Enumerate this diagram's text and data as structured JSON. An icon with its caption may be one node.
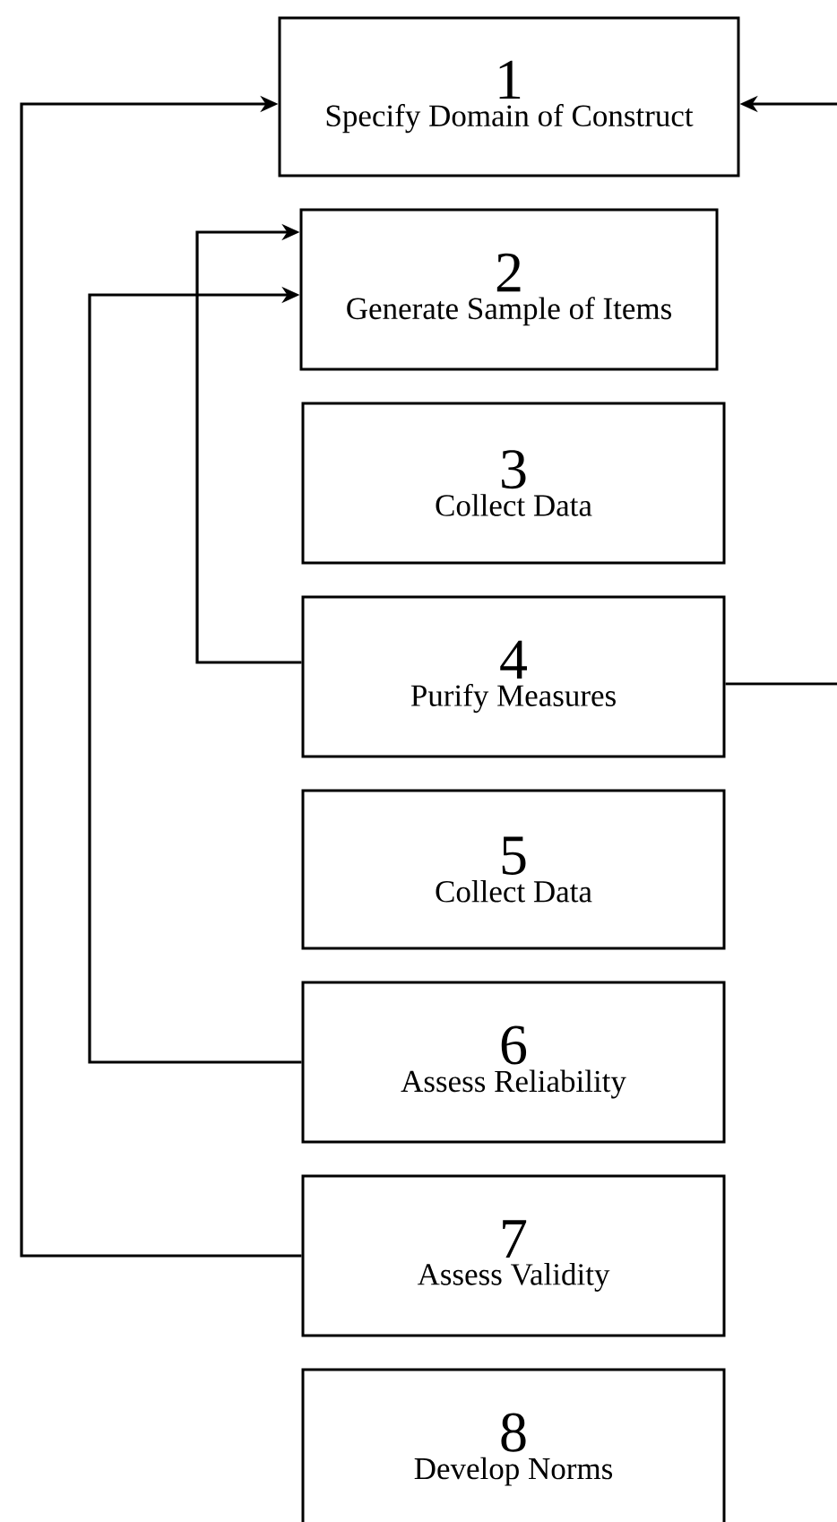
{
  "diagram": {
    "nodes": [
      {
        "text": [
          "1",
          "Specify Domain of Construct"
        ]
      },
      {
        "text": [
          "2",
          "Generate Sample of Items"
        ]
      },
      {
        "text": [
          "3",
          "Collect Data"
        ]
      },
      {
        "text": [
          "4",
          "Purify Measures"
        ]
      },
      {
        "text": [
          "5",
          "Collect Data"
        ]
      },
      {
        "text": [
          "6",
          "Assess Reliability"
        ]
      },
      {
        "text": [
          "7",
          "Assess Validity"
        ]
      },
      {
        "text": [
          "8",
          "Develop Norms"
        ]
      }
    ],
    "edges": [
      {
        "from": 6,
        "to": 0,
        "arrow": "to"
      },
      {
        "from": 5,
        "to": 1,
        "arrow": "to"
      },
      {
        "from": 3,
        "to": 1,
        "arrow": "to"
      },
      {
        "from": 3,
        "to": 0,
        "arrow": "to"
      }
    ]
  }
}
